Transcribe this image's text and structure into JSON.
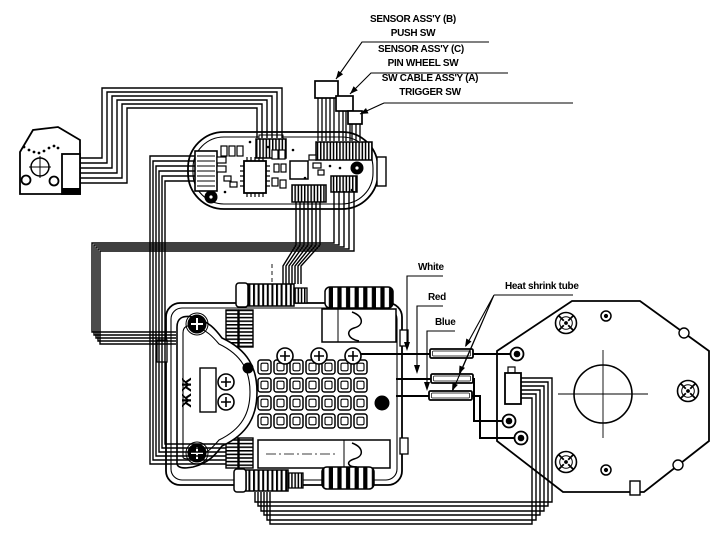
{
  "diagram": {
    "background_color": "#ffffff",
    "line_color": "#000000",
    "callouts": {
      "sensor_b": "SENSOR ASS'Y (B)",
      "push_sw": "PUSH SW",
      "sensor_c": "SENSOR ASS'Y (C)",
      "pin_wheel_sw": "PIN WHEEL SW",
      "sw_cable_a": "SW CABLE ASS'Y (A)",
      "trigger_sw": "TRIGGER SW",
      "wire_white": "White",
      "wire_red": "Red",
      "wire_blue": "Blue",
      "heat_shrink_tube": "Heat shrink tube"
    },
    "markings": {
      "gear_housing": "ЖЖ"
    }
  }
}
